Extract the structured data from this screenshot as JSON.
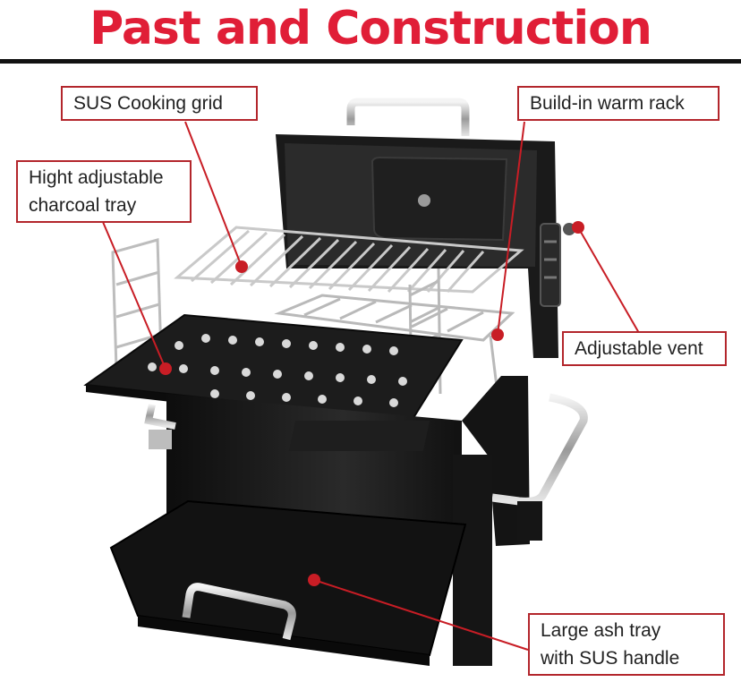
{
  "title": "Past and Construction",
  "colors": {
    "title": "#e01e37",
    "callout": "#c81d25",
    "border": "#b3262c",
    "grill": "#1c1c1c"
  },
  "callouts": {
    "cooking_grid": "SUS Cooking grid",
    "warm_rack": "Build-in warm rack",
    "charcoal_tray": [
      "Hight adjustable",
      "charcoal tray"
    ],
    "vent": "Adjustable vent",
    "ash_tray": [
      "Large ash tray",
      "with SUS handle"
    ]
  }
}
